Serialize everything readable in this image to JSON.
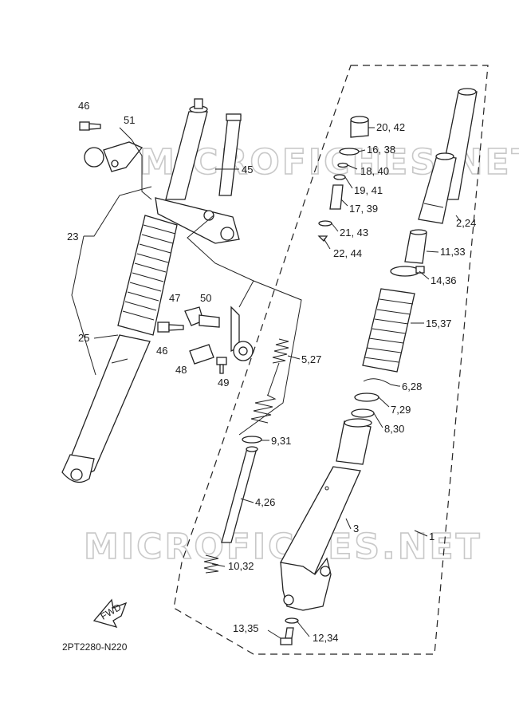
{
  "watermark": "MICROFICHES.NET",
  "diagram_code": "2PT2280-N220",
  "fwd_label": "FWD",
  "callouts": {
    "c46a": "46",
    "c51": "51",
    "c45": "45",
    "c23": "23",
    "c25": "25",
    "c47": "47",
    "c50": "50",
    "c46b": "46",
    "c48": "48",
    "c49": "49",
    "c2042": "20, 42",
    "c1638": "16, 38",
    "c1840": "18, 40",
    "c1941": "19, 41",
    "c1739": "17, 39",
    "c224": "2,24",
    "c2143": "21, 43",
    "c2244": "22, 44",
    "c1133": "11,33",
    "c1436": "14,36",
    "c1537": "15,37",
    "c527": "5,27",
    "c628": "6,28",
    "c729": "7,29",
    "c830": "8,30",
    "c931": "9,31",
    "c426": "4,26",
    "c3": "3",
    "c1": "1",
    "c1032": "10,32",
    "c1335": "13,35",
    "c1234": "12,34"
  }
}
